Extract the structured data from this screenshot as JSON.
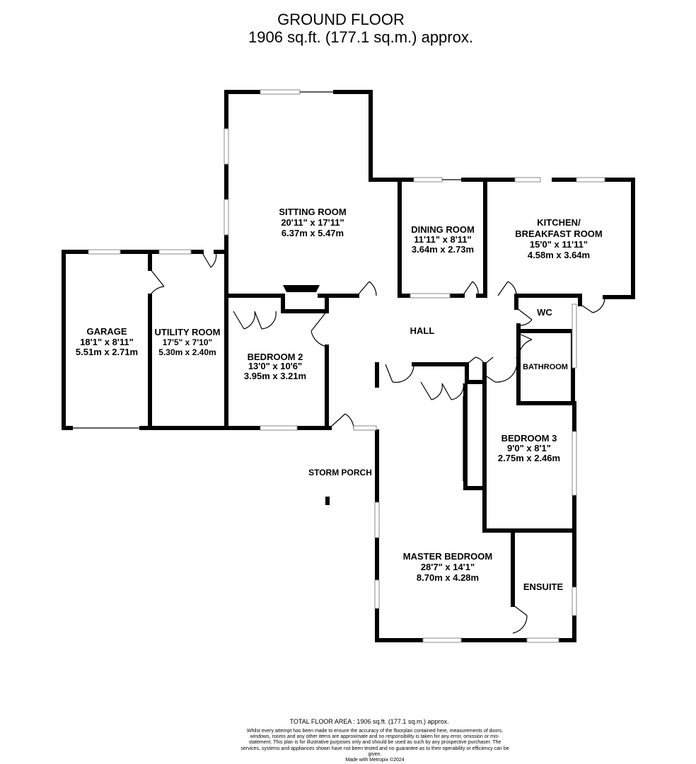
{
  "header": {
    "title": "GROUND FLOOR",
    "area": "1906 sq.ft. (177.1 sq.m.) approx."
  },
  "rooms": {
    "sitting": {
      "name": "SITTING ROOM",
      "dim_imperial": "20'11\"  x 17'11\"",
      "dim_metric": "6.37m  x 5.47m"
    },
    "dining": {
      "name": "DINING ROOM",
      "dim_imperial": "11'11\"  x 8'11\"",
      "dim_metric": "3.64m  x 2.73m"
    },
    "kitchen": {
      "name_line1": "KITCHEN/",
      "name_line2": "BREAKFAST ROOM",
      "dim_imperial": "15'0\"  x 11'11\"",
      "dim_metric": "4.58m  x 3.64m"
    },
    "garage": {
      "name": "GARAGE",
      "dim_imperial": "18'1\"  x 8'11\"",
      "dim_metric": "5.51m  x 2.71m"
    },
    "utility": {
      "name": "UTILITY ROOM",
      "dim_imperial": "17'5\"  x 7'10\"",
      "dim_metric": "5.30m  x 2.40m"
    },
    "bedroom2": {
      "name": "BEDROOM 2",
      "dim_imperial": "13'0\"  x 10'6\"",
      "dim_metric": "3.95m  x 3.21m"
    },
    "hall": {
      "name": "HALL"
    },
    "wc": {
      "name": "WC"
    },
    "bathroom": {
      "name": "BATHROOM"
    },
    "bedroom3": {
      "name": "BEDROOM 3",
      "dim_imperial": "9'0\"  x 8'1\"",
      "dim_metric": "2.75m  x 2.46m"
    },
    "porch": {
      "name": "STORM PORCH"
    },
    "master": {
      "name": "MASTER BEDROOM",
      "dim_imperial": "28'7\"  x 14'1\"",
      "dim_metric": "8.70m  x 4.28m"
    },
    "ensuite": {
      "name": "ENSUITE"
    }
  },
  "footer": {
    "total": "TOTAL FLOOR AREA : 1906 sq.ft. (177.1 sq.m.) approx.",
    "disclaimer": "Whilst every attempt has been made to ensure the accuracy of the floorplan contained here, measurements of doors, windows, rooms and any other items are approximate and no responsibility is taken for any error, omission or mis-statement. This plan is for illustrative purposes only and should be used as such by any prospective purchaser. The services, systems and appliances shown have not been tested and no guarantee as to their operability or efficiency can be given.",
    "credit": "Made with Metropix ©2024"
  }
}
